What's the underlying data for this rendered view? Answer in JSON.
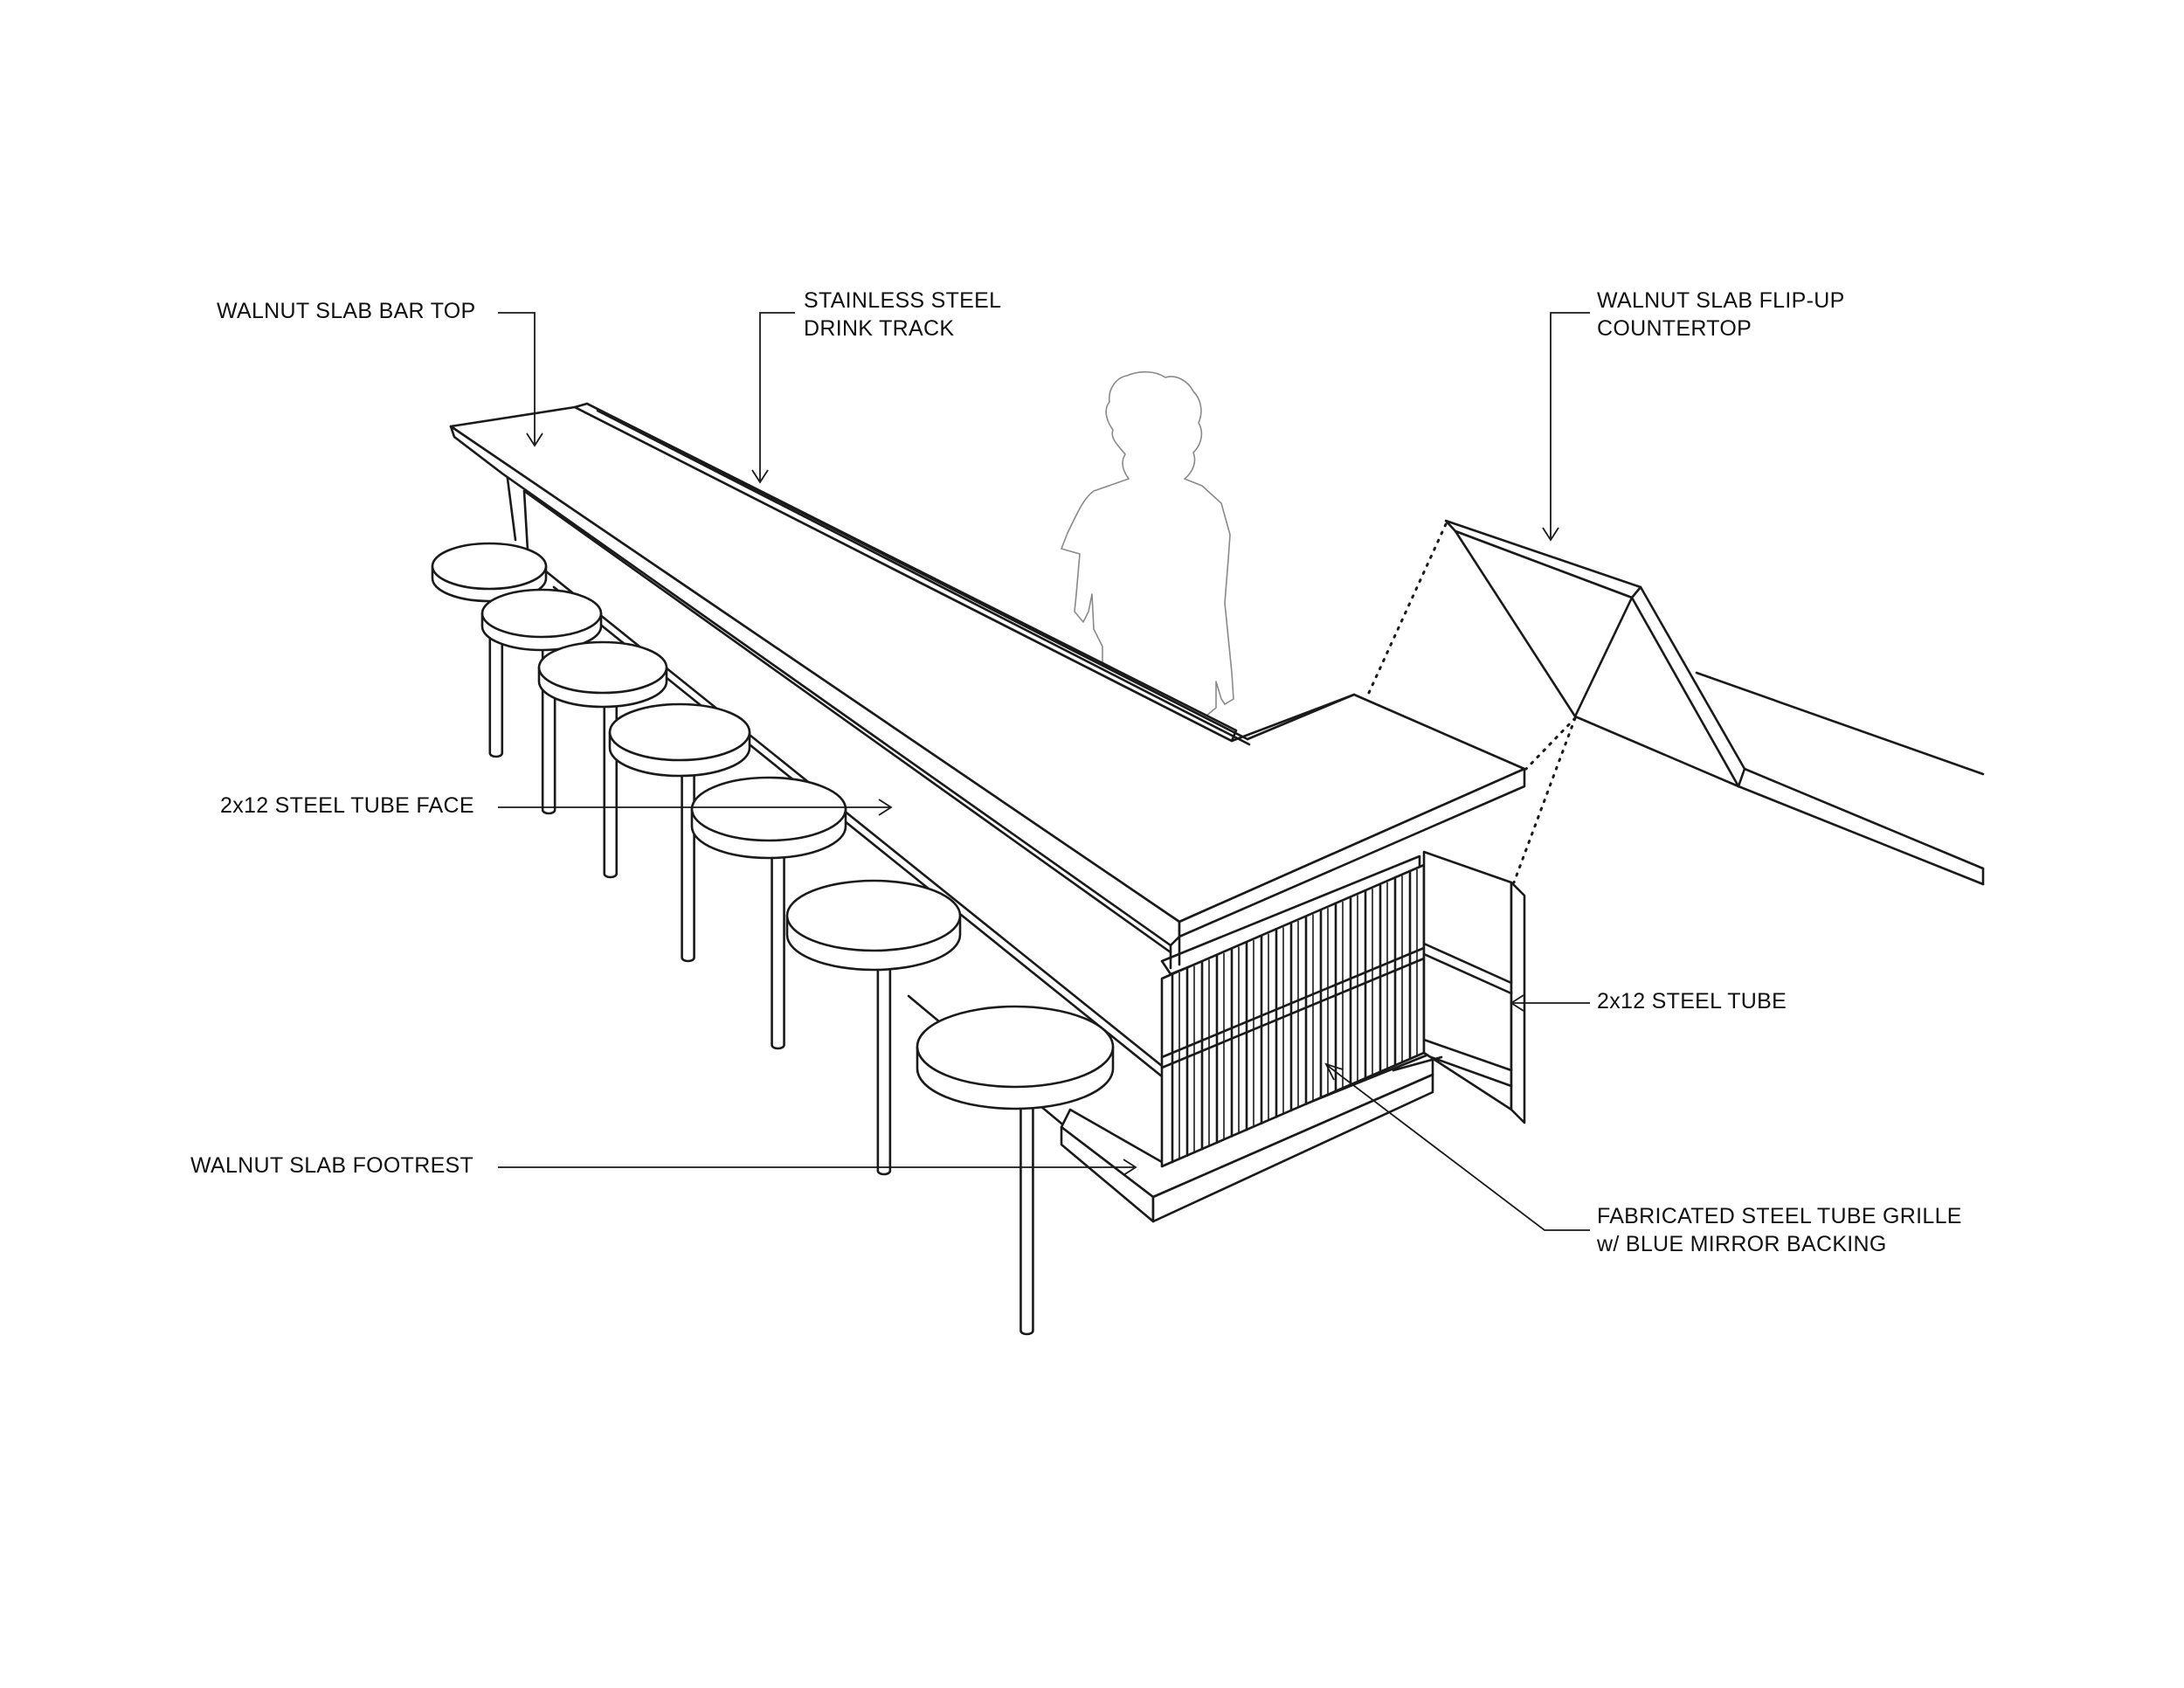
{
  "labels": {
    "bar_top": "WALNUT SLAB BAR TOP",
    "drink_track_l1": "STAINLESS STEEL",
    "drink_track_l2": "DRINK TRACK",
    "flip_up_l1": "WALNUT SLAB FLIP-UP",
    "flip_up_l2": "COUNTERTOP",
    "tube_face": "2x12 STEEL TUBE FACE",
    "steel_tube": "2x12 STEEL TUBE",
    "footrest": "WALNUT SLAB FOOTREST",
    "grille_l1": "FABRICATED STEEL TUBE GRILLE",
    "grille_l2": "w/ BLUE MIRROR BACKING"
  },
  "colors": {
    "line": "#1a1a1a",
    "person": "#8a8a8a",
    "background": "#ffffff"
  }
}
